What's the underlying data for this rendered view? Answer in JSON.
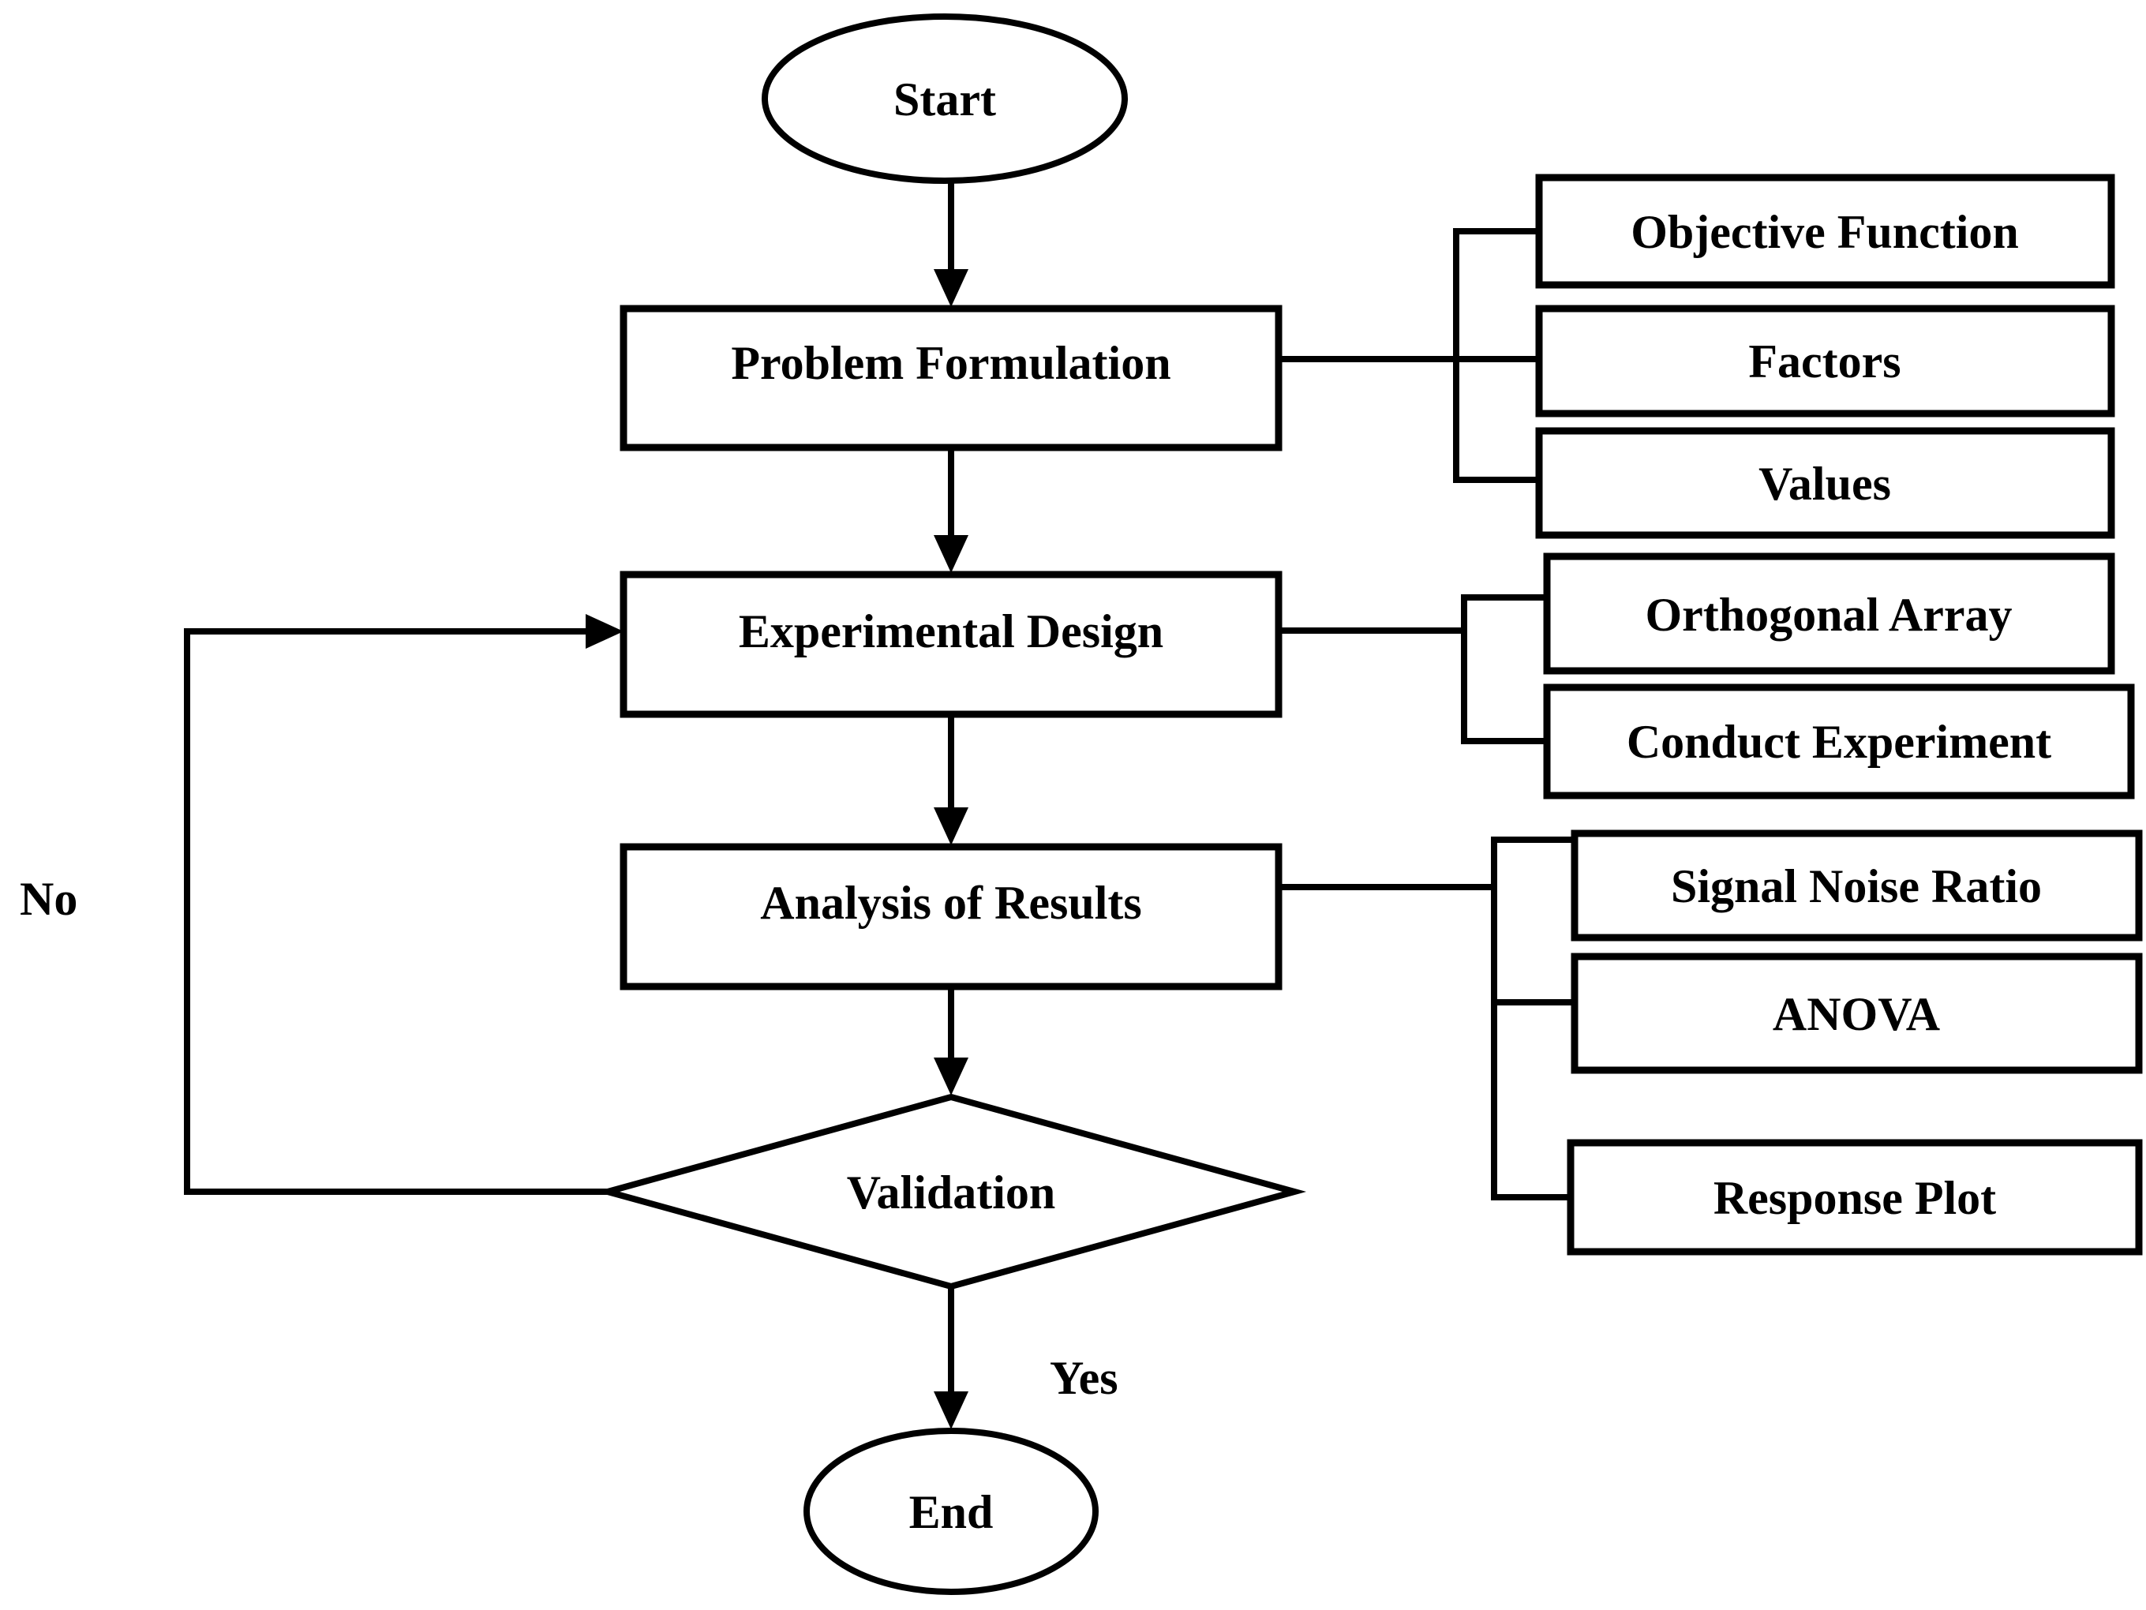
{
  "diagram_type": "flowchart",
  "colors": {
    "line": "#000000",
    "node_fill": "#ffffff",
    "text": "#000000",
    "background": "#ffffff"
  },
  "nodes": {
    "start": "Start",
    "problem_formulation": "Problem Formulation",
    "objective_function": "Objective Function",
    "factors": "Factors",
    "values": "Values",
    "experimental_design": "Experimental Design",
    "orthogonal_array": "Orthogonal Array",
    "conduct_experiment": "Conduct Experiment",
    "analysis_of_results": "Analysis of Results",
    "signal_noise_ratio": "Signal Noise Ratio",
    "anova": "ANOVA",
    "response_plot": "Response Plot",
    "validation": "Validation",
    "end": "End"
  },
  "edge_labels": {
    "no": "No",
    "yes": "Yes"
  }
}
